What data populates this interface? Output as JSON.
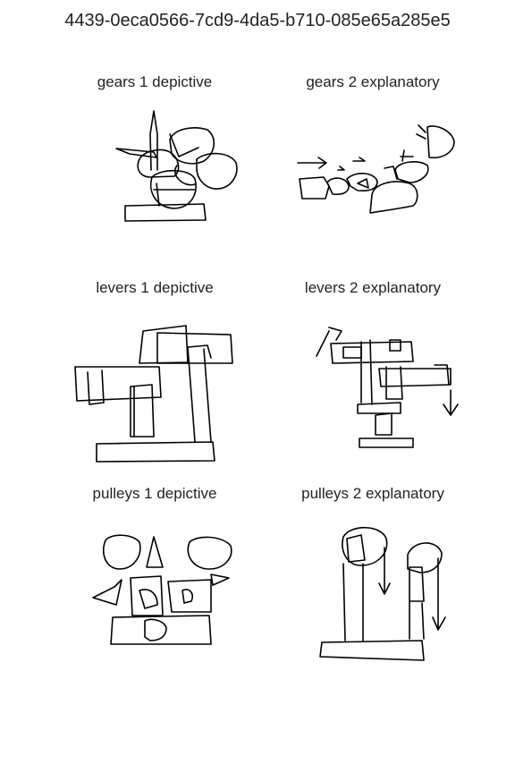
{
  "title": "4439-0eca0566-7cd9-4da5-b710-085e65a285e5",
  "panels": [
    {
      "label": "gears 1 depictive"
    },
    {
      "label": "gears 2 explanatory"
    },
    {
      "label": "levers 1 depictive"
    },
    {
      "label": "levers 2 explanatory"
    },
    {
      "label": "pulleys 1 depictive"
    },
    {
      "label": "pulleys 2 explanatory"
    }
  ]
}
